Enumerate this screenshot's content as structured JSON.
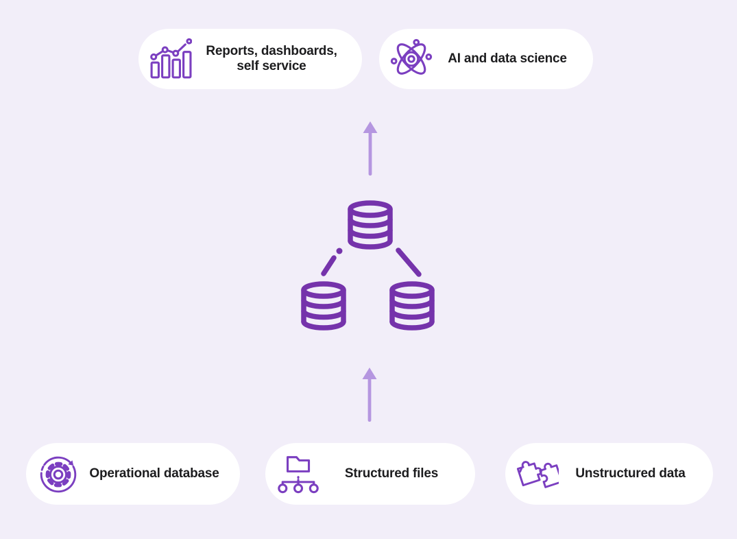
{
  "colors": {
    "background": "#f2eef9",
    "pill_background": "#ffffff",
    "label_text": "#1c1c1e",
    "icon_purple": "#7b3fc0",
    "database_purple": "#7533ab",
    "arrow_purple": "#b596e0"
  },
  "diagram": {
    "top_row": [
      {
        "id": "reports-dashboards-self-service",
        "icon": "bar-chart-icon",
        "label_lines": [
          "Reports, dashboards,",
          "self service"
        ]
      },
      {
        "id": "ai-and-data-science",
        "icon": "atom-icon",
        "label_lines": [
          "AI and data science"
        ]
      }
    ],
    "center": {
      "icon": "database-cluster-icon"
    },
    "arrows": [
      {
        "id": "arrow-cluster-to-consumers",
        "direction": "up"
      },
      {
        "id": "arrow-sources-to-cluster",
        "direction": "up"
      }
    ],
    "bottom_row": [
      {
        "id": "operational-database",
        "icon": "gear-sync-icon",
        "label": "Operational database"
      },
      {
        "id": "structured-files",
        "icon": "folder-tree-icon",
        "label": "Structured files"
      },
      {
        "id": "unstructured-data",
        "icon": "puzzle-pieces-icon",
        "label": "Unstructured data"
      }
    ]
  }
}
